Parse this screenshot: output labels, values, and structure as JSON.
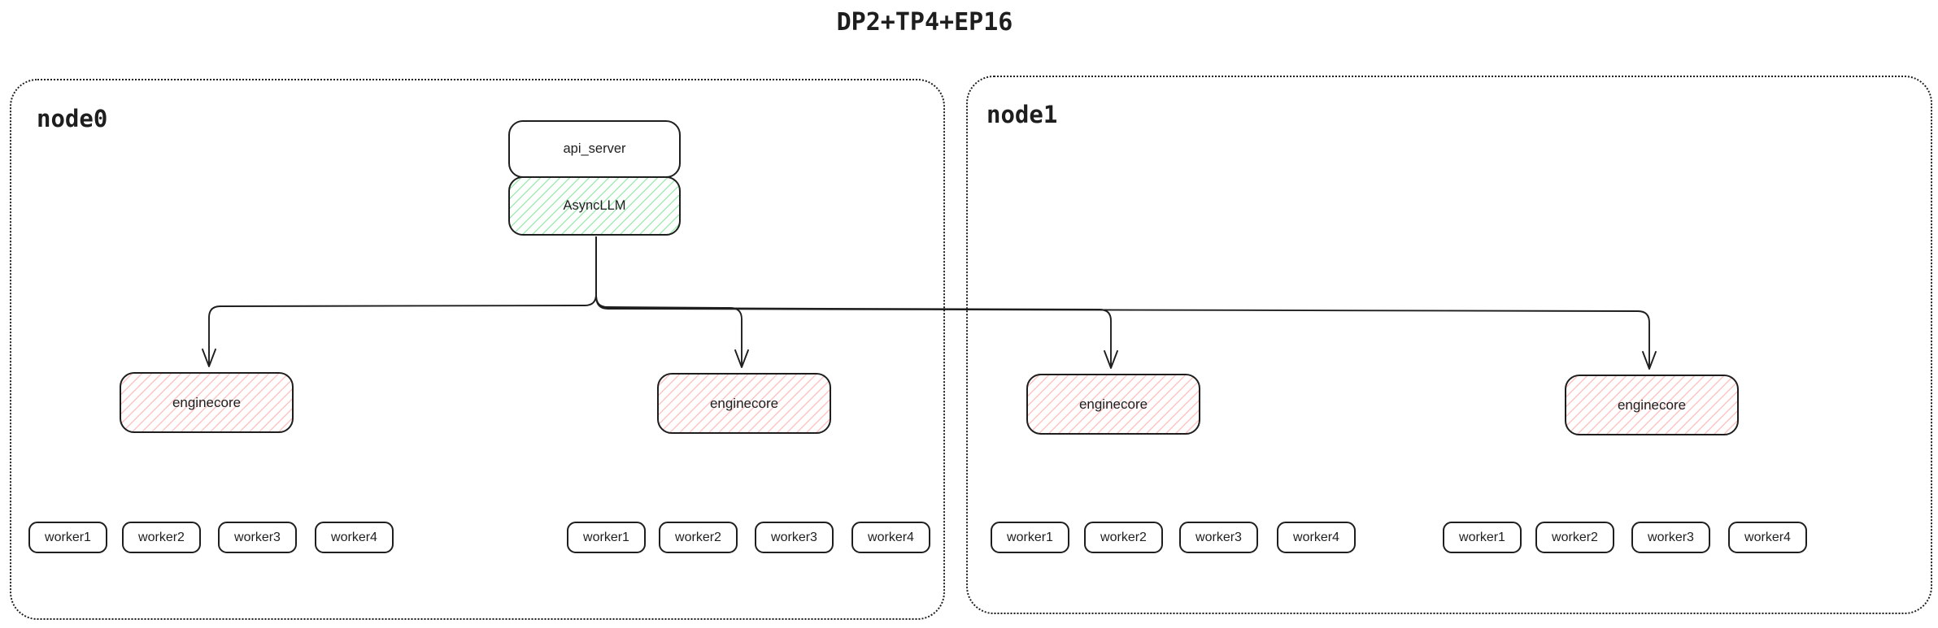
{
  "title": "DP2+TP4+EP16",
  "colors": {
    "ink": "#1e1e1e",
    "background": "#ffffff",
    "green_hatch": "#b2f2bb",
    "pink_hatch": "#ffc9c9"
  },
  "api_server": {
    "label": "api_server"
  },
  "async_llm": {
    "label": "AsyncLLM"
  },
  "nodes": [
    {
      "label": "node0",
      "enginecores": [
        {
          "label": "enginecore",
          "workers": [
            "worker1",
            "worker2",
            "worker3",
            "worker4"
          ]
        },
        {
          "label": "enginecore",
          "workers": [
            "worker1",
            "worker2",
            "worker3",
            "worker4"
          ]
        }
      ]
    },
    {
      "label": "node1",
      "enginecores": [
        {
          "label": "enginecore",
          "workers": [
            "worker1",
            "worker2",
            "worker3",
            "worker4"
          ]
        },
        {
          "label": "enginecore",
          "workers": [
            "worker1",
            "worker2",
            "worker3",
            "worker4"
          ]
        }
      ]
    }
  ]
}
